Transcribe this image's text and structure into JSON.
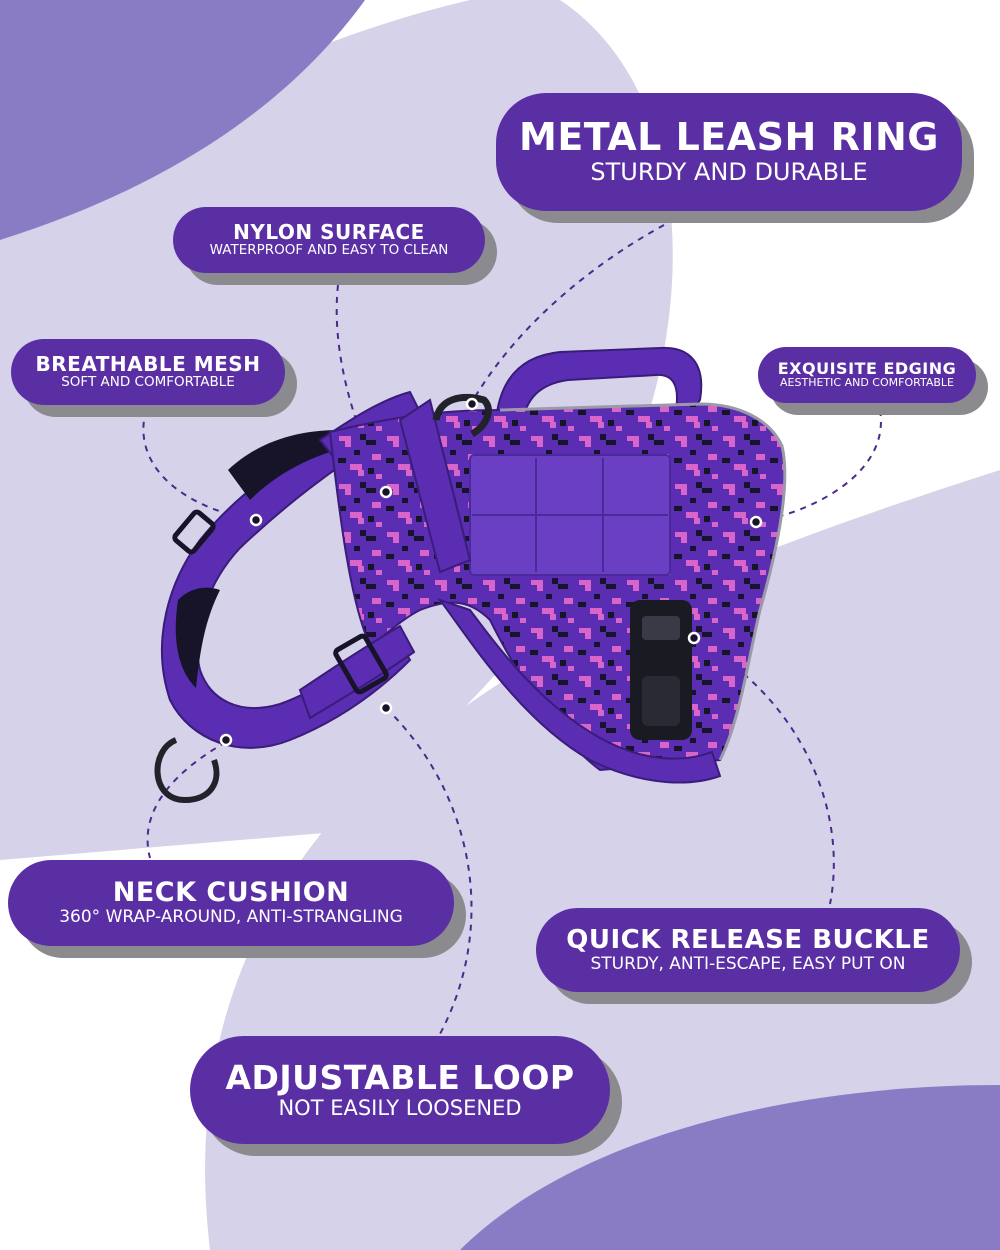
{
  "colors": {
    "label_fill": "#5b2fa4",
    "label_shadow": "#8a8a8f",
    "bg_dark": "#8a7cc4",
    "bg_light": "#d6d2ea",
    "harness_purple": "#5a2db2",
    "camo_pink": "#d866c8",
    "camo_black": "#17142a"
  },
  "product_image": {
    "icon": "dog-harness-icon"
  },
  "features": {
    "metal_leash_ring": {
      "title": "METAL LEASH RING",
      "subtitle": "STURDY AND DURABLE"
    },
    "nylon_surface": {
      "title": "NYLON SURFACE",
      "subtitle": "WATERPROOF AND EASY TO CLEAN"
    },
    "breathable_mesh": {
      "title": "BREATHABLE MESH",
      "subtitle": "SOFT AND COMFORTABLE"
    },
    "exquisite_edging": {
      "title": "EXQUISITE EDGING",
      "subtitle": "AESTHETIC AND COMFORTABLE"
    },
    "neck_cushion": {
      "title": "NECK CUSHION",
      "subtitle": "360° WRAP-AROUND, ANTI-STRANGLING"
    },
    "quick_release_buckle": {
      "title": "QUICK RELEASE BUCKLE",
      "subtitle": "STURDY, ANTI-ESCAPE, EASY PUT ON"
    },
    "adjustable_loop": {
      "title": "ADJUSTABLE LOOP",
      "subtitle": "NOT EASILY LOOSENED"
    }
  }
}
